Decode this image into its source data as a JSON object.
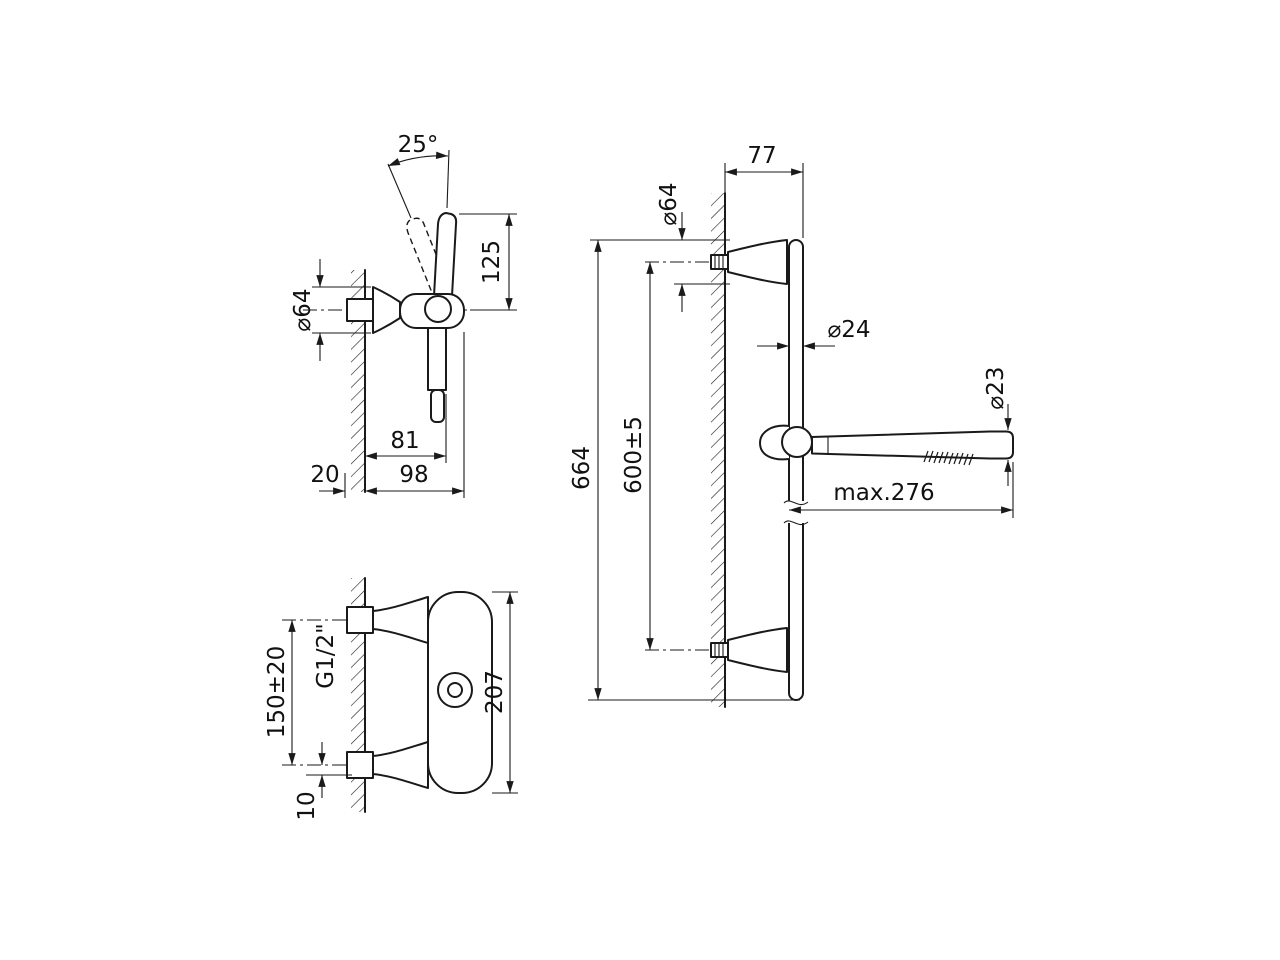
{
  "style": {
    "background": "#ffffff",
    "line_color": "#1a1a1a"
  },
  "side_view": {
    "angle": "25°",
    "dim_125": "125",
    "dia_64": "⌀64",
    "dim_81": "81",
    "dim_20": "20",
    "dim_98": "98"
  },
  "front_view": {
    "dim_150": "150±20",
    "thread": "G1/2\"",
    "dim_10": "10",
    "dim_207": "207"
  },
  "rail_view": {
    "dim_77": "77",
    "dia_64": "⌀64",
    "dia_24": "⌀24",
    "dia_23": "⌀23",
    "dim_664": "664",
    "dim_600": "600±5",
    "dim_max276": "max.276"
  }
}
